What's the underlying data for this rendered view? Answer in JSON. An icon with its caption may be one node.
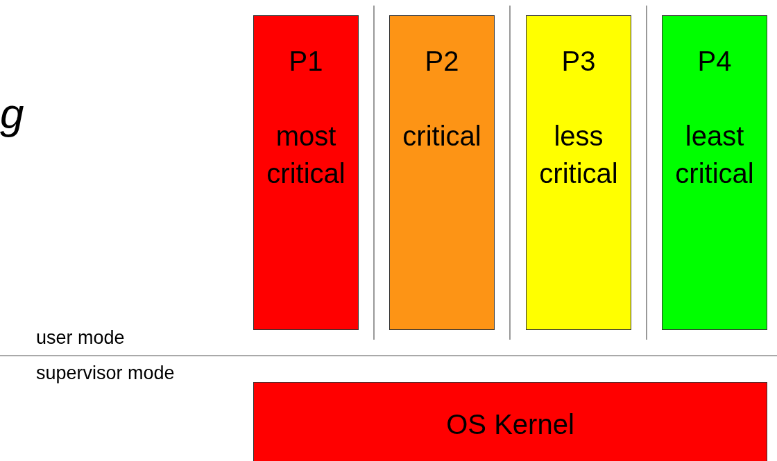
{
  "diagram": {
    "nodes": [
      {
        "text": [
          "P1",
          "most critical"
        ]
      },
      {
        "text": [
          "P2",
          "critical"
        ]
      },
      {
        "text": [
          "P3",
          "less critical"
        ]
      },
      {
        "text": [
          "P4",
          "least critical"
        ]
      },
      {
        "text": [
          "OS Kernel"
        ]
      }
    ],
    "labels": [
      "g",
      "user mode",
      "supervisor mode"
    ]
  }
}
